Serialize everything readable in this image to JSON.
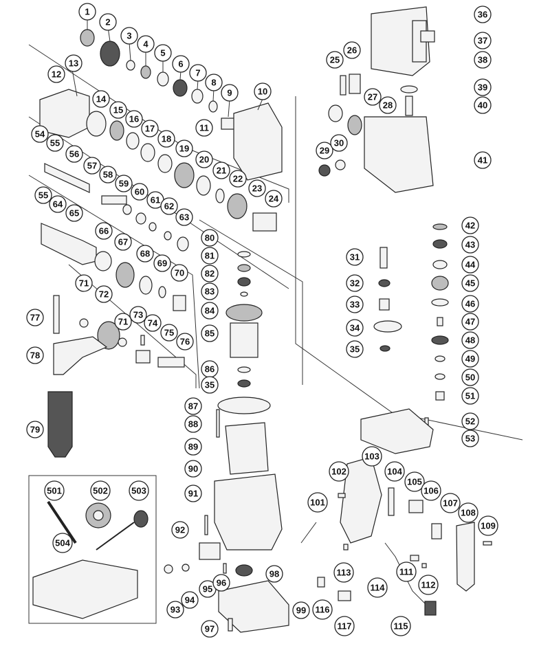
{
  "diagram": {
    "kind": "exploded-parts-view",
    "labels": [
      "1",
      "2",
      "3",
      "4",
      "5",
      "6",
      "7",
      "8",
      "9",
      "10",
      "11",
      "12",
      "13",
      "14",
      "15",
      "16",
      "17",
      "18",
      "19",
      "20",
      "21",
      "22",
      "23",
      "24",
      "25",
      "26",
      "27",
      "28",
      "29",
      "30",
      "31",
      "32",
      "33",
      "34",
      "35",
      "36",
      "37",
      "38",
      "39",
      "40",
      "41",
      "42",
      "43",
      "44",
      "45",
      "46",
      "47",
      "48",
      "49",
      "50",
      "51",
      "52",
      "53",
      "54",
      "55",
      "56",
      "57",
      "58",
      "59",
      "60",
      "61",
      "62",
      "63",
      "64",
      "65",
      "66",
      "67",
      "68",
      "69",
      "70",
      "71",
      "72",
      "73",
      "74",
      "75",
      "76",
      "77",
      "78",
      "79",
      "80",
      "81",
      "82",
      "83",
      "84",
      "85",
      "86",
      "87",
      "88",
      "89",
      "90",
      "91",
      "92",
      "93",
      "94",
      "95",
      "96",
      "97",
      "98",
      "99",
      "101",
      "102",
      "103",
      "104",
      "105",
      "106",
      "107",
      "108",
      "109",
      "111",
      "112",
      "113",
      "114",
      "115",
      "116",
      "117",
      "501",
      "502",
      "503",
      "504"
    ],
    "extra_labels": [
      "55",
      "71",
      "35"
    ]
  }
}
